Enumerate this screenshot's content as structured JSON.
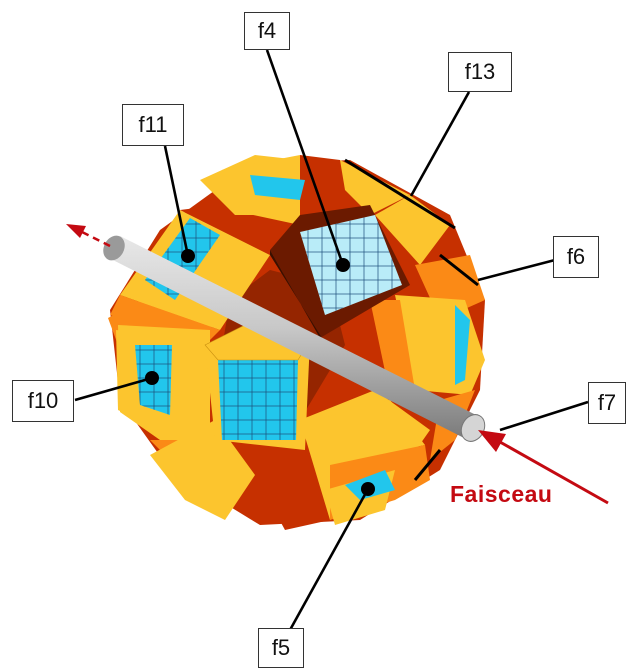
{
  "labels": {
    "f4": "f4",
    "f13": "f13",
    "f11": "f11",
    "f6": "f6",
    "f10": "f10",
    "f7": "f7",
    "f5": "f5"
  },
  "beam_label": "Faisceau",
  "colors": {
    "yellow": "#fcc52e",
    "orange": "#fb8a16",
    "red_brown": "#c63000",
    "dark_brown": "#6b1a00",
    "cyan": "#22c6ec",
    "light_cyan": "#b9ecf8",
    "gray_rod": "#b8b8b8",
    "arrow_red": "#c40a12"
  }
}
